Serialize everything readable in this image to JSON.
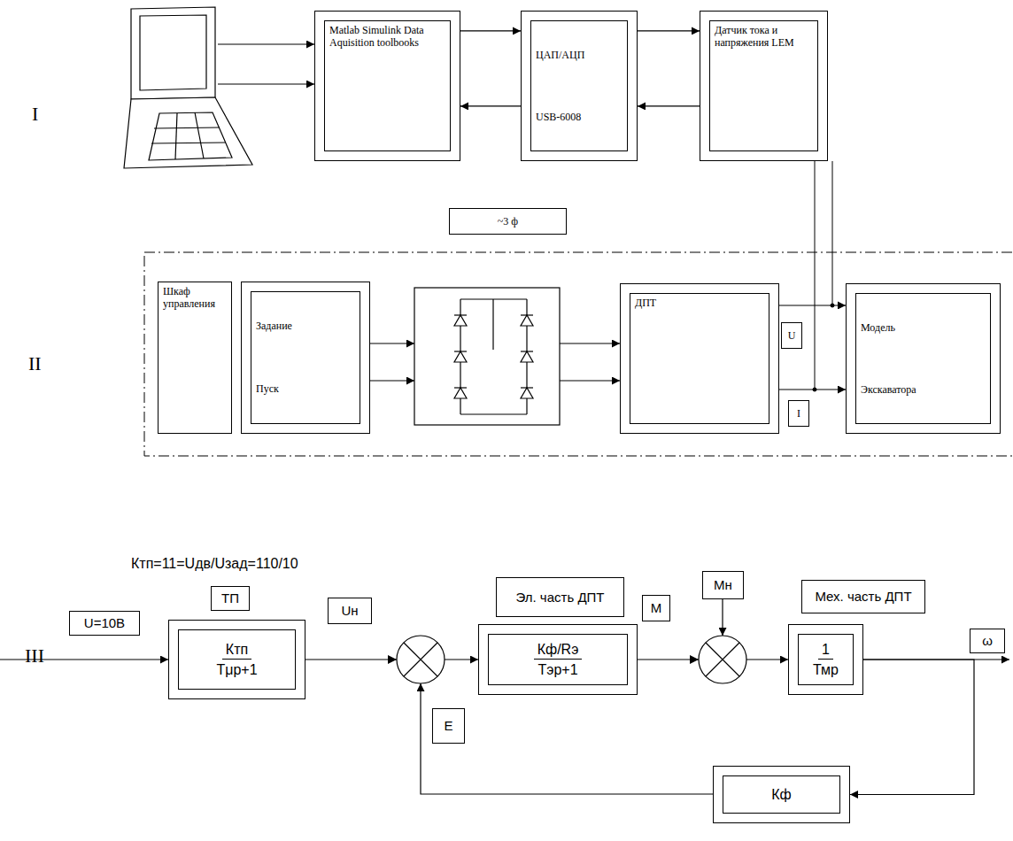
{
  "diagram": {
    "nodes": [
      {
        "text": [
          "Matlab Simulink Data Aquisition toolbooks"
        ]
      },
      {
        "text": [
          "ЦАП/АЦП",
          "USB-6008"
        ]
      },
      {
        "text": [
          "Датчик тока и напряжения LEM"
        ]
      },
      {
        "text": [
          "~3 ф"
        ]
      },
      {
        "text": [
          "Шкаф управления"
        ]
      },
      {
        "text": [
          "Задание",
          "Пуск"
        ]
      },
      {
        "text": [
          "ДПТ"
        ]
      },
      {
        "text": [
          "U"
        ]
      },
      {
        "text": [
          "I"
        ]
      },
      {
        "text": [
          "Модель",
          "Экскаватора"
        ]
      },
      {
        "text": [
          "U=10В"
        ]
      },
      {
        "text": [
          "ТП"
        ]
      },
      {
        "text": [
          "Ктп",
          "Tμp+1"
        ]
      },
      {
        "text": [
          "Uн"
        ]
      },
      {
        "text": [
          "Эл. часть ДПТ"
        ]
      },
      {
        "text": [
          "Кф/Rэ",
          "Тэp+1"
        ]
      },
      {
        "text": [
          "М"
        ]
      },
      {
        "text": [
          "Мн"
        ]
      },
      {
        "text": [
          "Мех. часть ДПТ"
        ]
      },
      {
        "text": [
          "E"
        ]
      },
      {
        "text": [
          "1",
          "Тмр"
        ]
      },
      {
        "text": [
          "ω"
        ]
      },
      {
        "text": [
          "Кф"
        ]
      }
    ],
    "edges": [
      {
        "from": 0,
        "to": 1,
        "arrow": "to"
      },
      {
        "from": 1,
        "to": 0,
        "arrow": "to"
      },
      {
        "from": 1,
        "to": 2,
        "arrow": "to"
      },
      {
        "from": 2,
        "to": 1,
        "arrow": "to"
      },
      {
        "from": 6,
        "to": 9,
        "arrow": "to"
      },
      {
        "from": 6,
        "to": 9,
        "arrow": "to"
      },
      {
        "from": 12,
        "to": 15,
        "arrow": "to"
      },
      {
        "from": 15,
        "to": 20,
        "arrow": "to"
      },
      {
        "from": 20,
        "to": 22,
        "arrow": "to"
      }
    ],
    "labels": [
      "I",
      "II",
      "III",
      "Ктп=11=Uдв/Uзад=110/10"
    ]
  }
}
